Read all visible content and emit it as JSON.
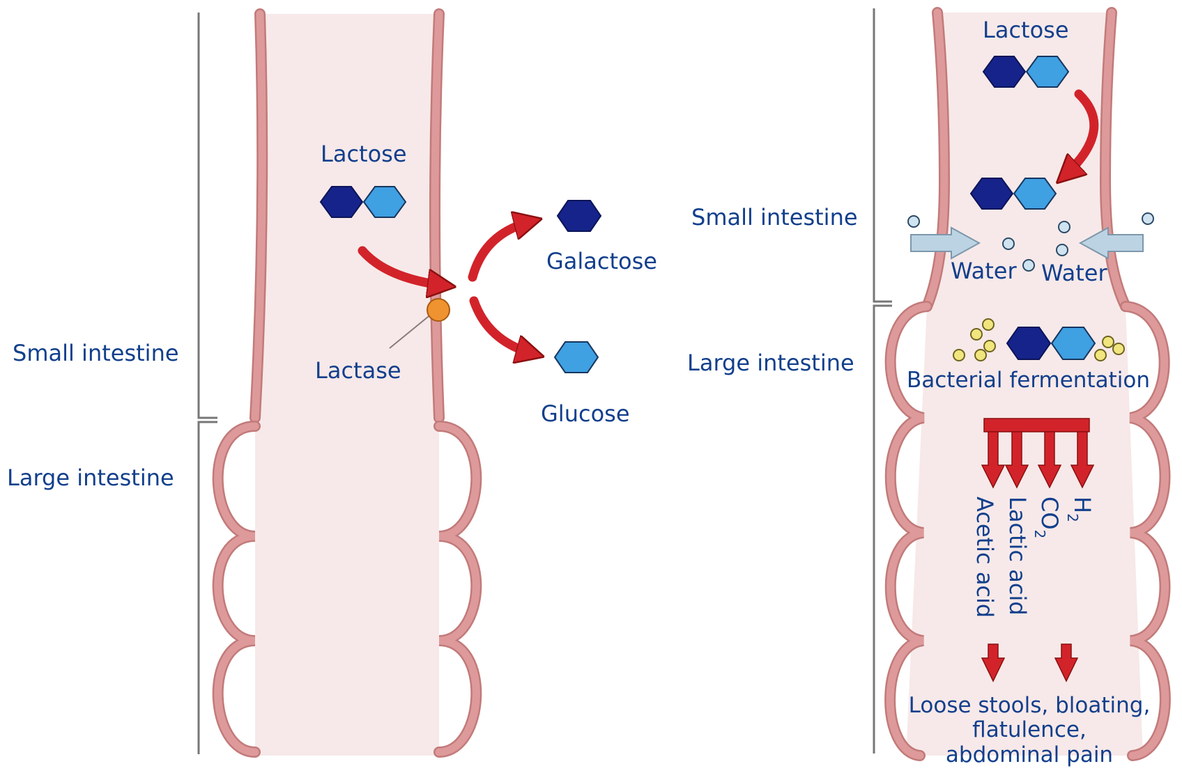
{
  "colors": {
    "text": "#123f8c",
    "lumen": "#f7e9e9",
    "wall": "#de9a9a",
    "wall_edge": "#c27a7a",
    "arrow": "#d2232a",
    "hex_dark": "#16238a",
    "hex_light": "#3fa0e2",
    "lactase": "#ee9330",
    "water_drop": "#cfe3f0",
    "bacteria": "#f1e57e",
    "bracket": "#777777"
  },
  "left_panel": {
    "bracket_labels": {
      "small": "Small intestine",
      "large": "Large intestine"
    },
    "lactose": "Lactose",
    "lactase": "Lactase",
    "galactose": "Galactose",
    "glucose": "Glucose"
  },
  "right_panel": {
    "bracket_labels": {
      "small": "Small intestine",
      "large": "Large intestine"
    },
    "lactose": "Lactose",
    "water_left": "Water",
    "water_right": "Water",
    "fermentation": "Bacterial fermentation",
    "products": {
      "h2": "H",
      "h2_sub": "2",
      "co2": "CO",
      "co2_sub": "2",
      "lactic": "Lactic acid",
      "acetic": "Acetic acid"
    },
    "symptoms": [
      "Loose stools, bloating,",
      "flatulence,",
      "abdominal pain"
    ]
  }
}
